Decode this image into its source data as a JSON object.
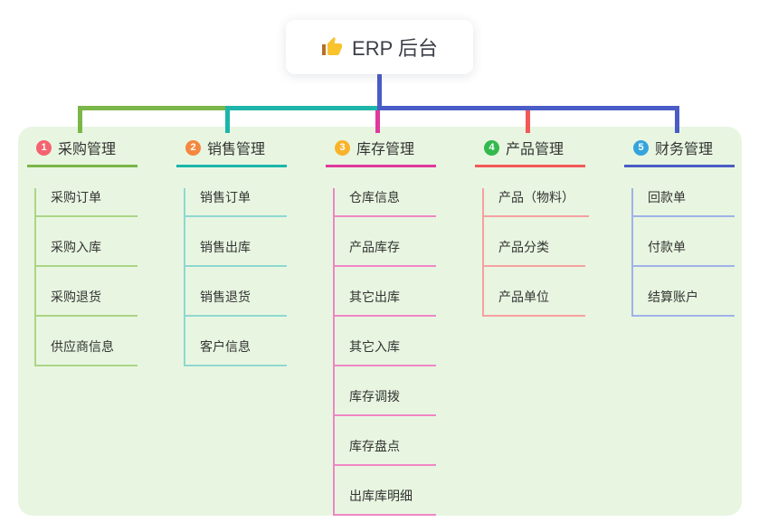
{
  "root": {
    "label": "ERP 后台",
    "icon": "thumbs-up-icon"
  },
  "colors": {
    "panel_bg": "#e8f6e1",
    "trunk": "#4a5cc5",
    "text": "#333333",
    "thumb_yellow": "#f8c32c",
    "thumb_cuff": "#b5712c"
  },
  "branches": [
    {
      "index": "1",
      "label": "采购管理",
      "color": "#7ab648",
      "light_color": "#abd585",
      "badge_color": "#f56270",
      "children": [
        "采购订单",
        "采购入库",
        "采购退货",
        "供应商信息"
      ]
    },
    {
      "index": "2",
      "label": "销售管理",
      "color": "#1db5aa",
      "light_color": "#8fd8d1",
      "badge_color": "#f5873f",
      "children": [
        "销售订单",
        "销售出库",
        "销售退货",
        "客户信息"
      ]
    },
    {
      "index": "3",
      "label": "库存管理",
      "color": "#e0399c",
      "light_color": "#ef86c5",
      "badge_color": "#f9b32a",
      "children": [
        "仓库信息",
        "产品库存",
        "其它出库",
        "其它入库",
        "库存调拨",
        "库存盘点",
        "出库库明细"
      ]
    },
    {
      "index": "4",
      "label": "产品管理",
      "color": "#f25858",
      "light_color": "#f7a0a0",
      "badge_color": "#33b94e",
      "children": [
        "产品（物料）",
        "产品分类",
        "产品单位"
      ]
    },
    {
      "index": "5",
      "label": "财务管理",
      "color": "#4a5cc5",
      "light_color": "#9fb2e8",
      "badge_color": "#36a4dc",
      "children": [
        "回款单",
        "付款单",
        "结算账户"
      ]
    }
  ]
}
